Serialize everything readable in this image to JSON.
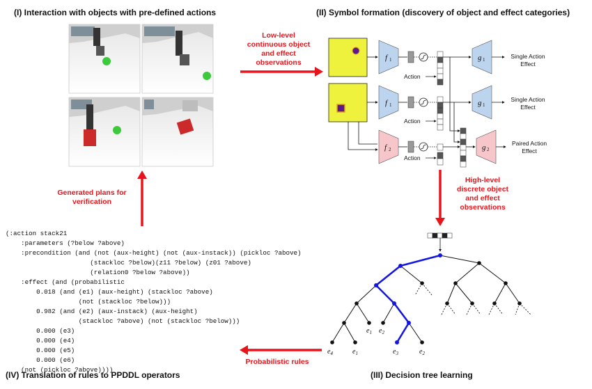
{
  "titles": {
    "panel1": "(I) Interaction with objects with pre-defined actions",
    "panel2": "(II) Symbol formation (discovery of object and effect categories)",
    "panel3": "(III) Decision tree learning",
    "panel4": "(IV) Translation of rules to PPDDL operators"
  },
  "arrows": {
    "low_level": [
      "Low-level",
      "continuous object",
      "and effect",
      "observations"
    ],
    "high_level": [
      "High-level",
      "discrete object",
      "and effect",
      "observations"
    ],
    "generated": [
      "Generated plans for",
      "verification"
    ],
    "probabilistic": "Probabilistic rules"
  },
  "network": {
    "encoder1": "f",
    "encoder1_sub": "1",
    "encoder2": "f",
    "encoder2_sub": "1",
    "encoder3": "f",
    "encoder3_sub": "2",
    "decoder1": "g",
    "decoder1_sub": "1",
    "decoder2": "g",
    "decoder2_sub": "1",
    "decoder3": "g",
    "decoder3_sub": "2",
    "action_label": "Action",
    "effect1": [
      "Single Action",
      "Effect"
    ],
    "effect2": [
      "Single Action",
      "Effect"
    ],
    "effect3": [
      "Paired Action",
      "Effect"
    ]
  },
  "tree": {
    "leaves": [
      {
        "label": "e",
        "sub": "4"
      },
      {
        "label": "e",
        "sub": "1"
      },
      {
        "label": "e",
        "sub": "1"
      },
      {
        "label": "e",
        "sub": "2"
      },
      {
        "label": "e",
        "sub": "3"
      },
      {
        "label": "e",
        "sub": "2"
      }
    ]
  },
  "code_lines": [
    "(:action stack21",
    "    :parameters (?below ?above)",
    "    :precondition (and (not (aux-height) (not (aux-instack)) (pickloc ?above)",
    "                      (stackloc ?below)(z11 ?below) (z01 ?above)",
    "                      (relation0 ?below ?above))",
    "    :effect (and (probabilistic",
    "        0.018 (and (e1) (aux-height) (stackloc ?above)",
    "                   (not (stackloc ?below)))",
    "        0.982 (and (e2) (aux-instack) (aux-height)",
    "                   (stackloc ?above) (not (stackloc ?below)))",
    "        0.000 (e3)",
    "        0.000 (e4)",
    "        0.000 (e5)",
    "        0.000 (e6)",
    "    (not (pickloc ?above))))"
  ],
  "colors": {
    "arrow_red": "#e8141b",
    "encoder_blue": "#bcd4ee",
    "encoder_pink": "#f6c6cb",
    "yellow": "#eef23c",
    "tree_blue": "#1515e0",
    "ball_green": "#3cc93c",
    "cube_red": "#cc2a2a"
  }
}
